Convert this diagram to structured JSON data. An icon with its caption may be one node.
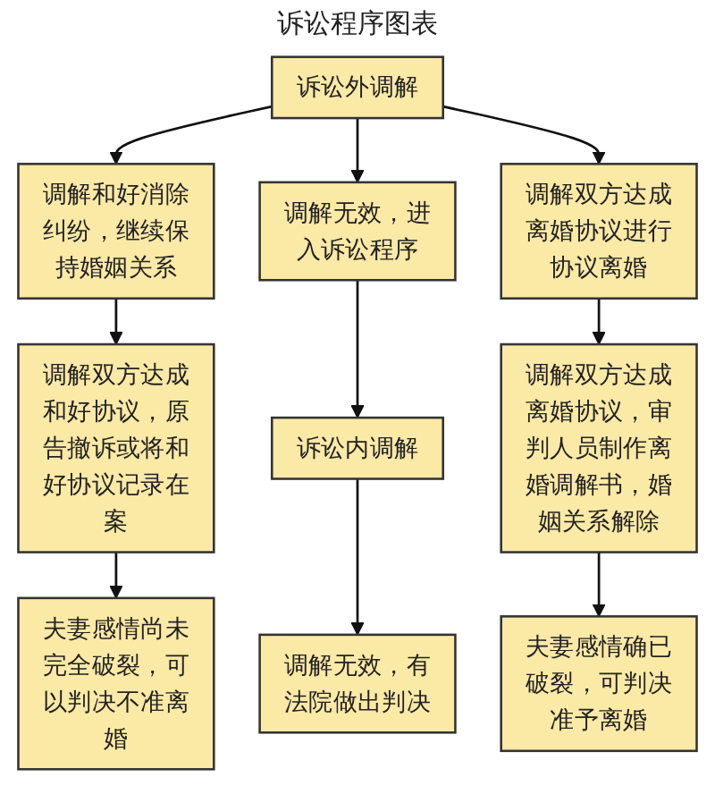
{
  "diagram": {
    "title": "诉讼程序图表",
    "nodes": [
      {
        "text": [
          "诉讼外调解"
        ]
      },
      {
        "text": [
          "调解和好消除纠纷，继续保持婚姻关系"
        ]
      },
      {
        "text": [
          "调解无效，进入诉讼程序"
        ]
      },
      {
        "text": [
          "调解双方达成离婚协议进行协议离婚"
        ]
      },
      {
        "text": [
          "调解双方达成和好协议，原告撤诉或将和好协议记录在案"
        ]
      },
      {
        "text": [
          "诉讼内调解"
        ]
      },
      {
        "text": [
          "调解双方达成离婚协议，审判人员制作离婚调解书，婚姻关系解除"
        ]
      },
      {
        "text": [
          "夫妻感情尚未完全破裂，可以判决不准离婚"
        ]
      },
      {
        "text": [
          "调解无效，有法院做出判决"
        ]
      },
      {
        "text": [
          "夫妻感情确已破裂，可判决准予离婚"
        ]
      }
    ],
    "edges": [
      {
        "from": 0,
        "to": 1,
        "arrow": "to"
      },
      {
        "from": 0,
        "to": 2,
        "arrow": "to"
      },
      {
        "from": 0,
        "to": 3,
        "arrow": "to"
      },
      {
        "from": 1,
        "to": 4,
        "arrow": "to"
      },
      {
        "from": 2,
        "to": 5,
        "arrow": "to"
      },
      {
        "from": 3,
        "to": 6,
        "arrow": "to"
      },
      {
        "from": 4,
        "to": 7,
        "arrow": "to"
      },
      {
        "from": 5,
        "to": 8,
        "arrow": "to"
      },
      {
        "from": 6,
        "to": 9,
        "arrow": "to"
      }
    ]
  }
}
